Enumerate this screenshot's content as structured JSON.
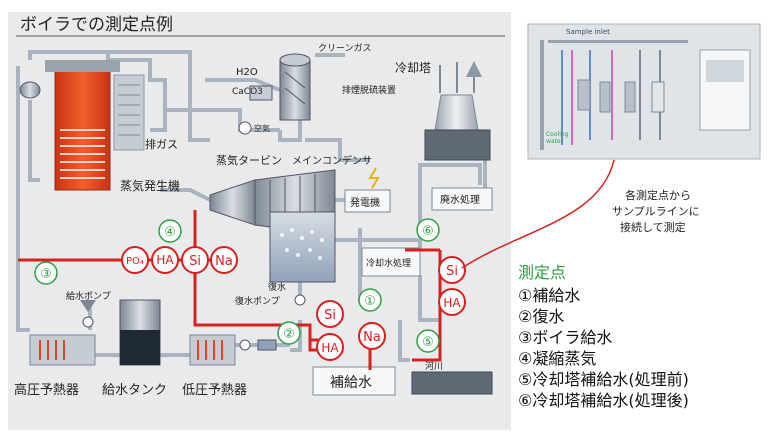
{
  "diagram": {
    "title": "ボイラでの測定点例",
    "labels": {
      "clean_gas": "クリーンガス",
      "h2o": "H2O",
      "caco3": "CaCO3",
      "air": "空気",
      "desulf": "排煙脱硫装置",
      "cooling_tower": "冷却塔",
      "exhaust_gas": "排ガス",
      "steam_turbine": "蒸気タービン",
      "main_condenser": "メインコンデンサ",
      "steam_generator": "蒸気発生機",
      "generator": "発電機",
      "waste_water": "廃水処理",
      "cooling_water_treat": "冷却水処理",
      "condensate": "復水",
      "condensate_pump": "復水ポンプ",
      "feed_pump": "給水ポンプ",
      "makeup_water": "補給水",
      "hp_heater": "高圧予熱器",
      "feed_tank": "給水タンク",
      "lp_heater": "低圧予熱器",
      "river": "河川"
    },
    "badges": {
      "po4": "PO₄",
      "ha": "HA",
      "si": "Si",
      "na": "Na"
    },
    "markers": [
      "①",
      "②",
      "③",
      "④",
      "⑤",
      "⑥"
    ],
    "inset": {
      "sample_inlet": "Sample inlet",
      "cooling_water_1": "Cooling",
      "cooling_water_2": "water"
    },
    "note_lines": [
      "各測定点から",
      "サンプルラインに",
      "接続して測定"
    ]
  },
  "legend": {
    "title": "測定点",
    "items": [
      "①補給水",
      "②復水",
      "③ボイラ給水",
      "④凝縮蒸気",
      "⑤冷却塔補給水(処理前)",
      "⑥冷却塔補給水(処理後)"
    ]
  },
  "colors": {
    "panel_bg": "#e9eaec",
    "pipe": "#a9b4bf",
    "measure_line": "#d9201e",
    "marker_green": "#2ea043",
    "boiler": "#e2451f",
    "steam": "#c9a27a"
  }
}
